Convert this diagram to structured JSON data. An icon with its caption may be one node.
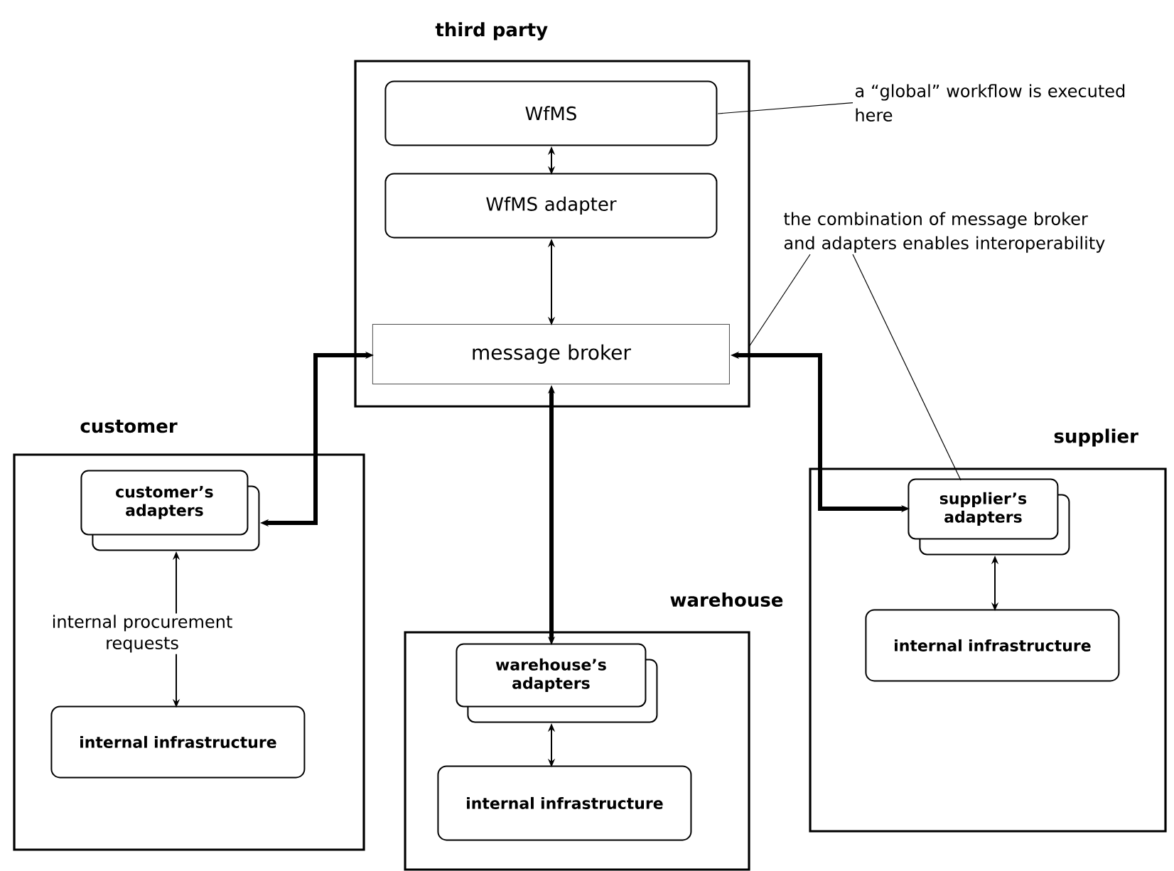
{
  "diagram": {
    "nodes": [
      {
        "text": [
          "third party"
        ]
      },
      {
        "text": [
          "WfMS"
        ],
        "in": 0
      },
      {
        "text": [
          "WfMS adapter"
        ],
        "in": 0
      },
      {
        "text": [
          "message broker"
        ],
        "in": 0
      },
      {
        "text": [
          "customer"
        ]
      },
      {
        "text": [
          "customer’s adapters"
        ],
        "in": 4
      },
      {
        "text": [
          "internal infrastructure"
        ],
        "in": 4
      },
      {
        "text": [
          "warehouse"
        ]
      },
      {
        "text": [
          "warehouse’s adapters"
        ],
        "in": 7
      },
      {
        "text": [
          "internal infrastructure"
        ],
        "in": 7
      },
      {
        "text": [
          "supplier"
        ]
      },
      {
        "text": [
          "supplier’s adapters"
        ],
        "in": 10
      },
      {
        "text": [
          "internal infrastructure"
        ],
        "in": 10
      },
      {
        "text": [
          "a “global” workflow is executed here"
        ]
      },
      {
        "text": [
          "the combination of message broker and adapters enables interoperability"
        ]
      }
    ],
    "edges": [
      {
        "from": 1,
        "to": 2,
        "arrow": "both"
      },
      {
        "from": 2,
        "to": 3,
        "arrow": "both"
      },
      {
        "from": 3,
        "to": 5,
        "arrow": "both",
        "style": "thick"
      },
      {
        "from": 3,
        "to": 8,
        "arrow": "both",
        "style": "thick"
      },
      {
        "from": 3,
        "to": 11,
        "arrow": "both",
        "style": "thick"
      },
      {
        "from": 5,
        "to": 6,
        "arrow": "both",
        "label": "internal procurement requests"
      },
      {
        "from": 8,
        "to": 9,
        "arrow": "both"
      },
      {
        "from": 11,
        "to": 12,
        "arrow": "both"
      },
      {
        "from": 13,
        "to": 1,
        "arrow": "none"
      },
      {
        "from": 14,
        "to": 0,
        "arrow": "none"
      },
      {
        "from": 14,
        "to": 11,
        "arrow": "none"
      }
    ]
  }
}
